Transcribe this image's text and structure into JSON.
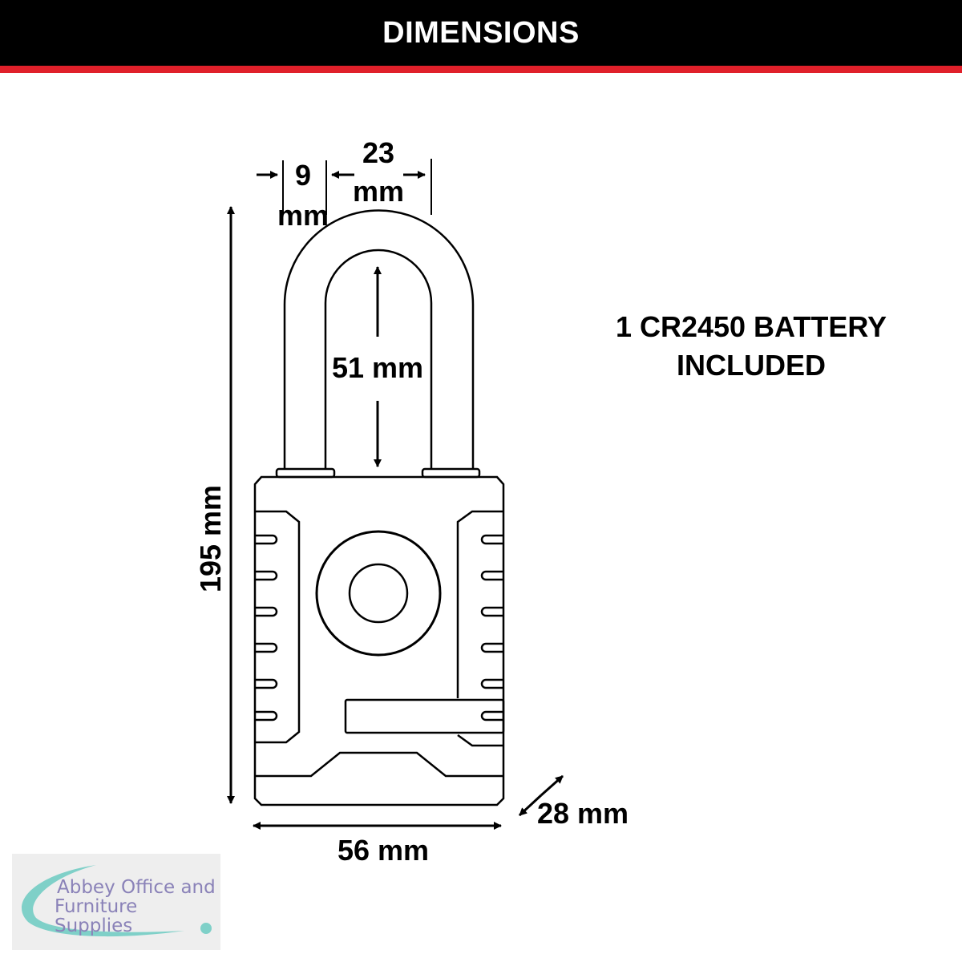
{
  "header": {
    "title": "DIMENSIONS"
  },
  "dimensions": {
    "shackle_thickness_value": "9",
    "shackle_thickness_unit": "mm",
    "shackle_inner_width_value": "23",
    "shackle_inner_width_unit": "mm",
    "shackle_clearance": "51 mm",
    "total_height": "195 mm",
    "body_width": "56 mm",
    "body_depth": "28 mm"
  },
  "note": {
    "line1": "1 CR2450 BATTERY",
    "line2": "INCLUDED"
  },
  "logo": {
    "line1": "Abbey Office and",
    "line2": "Furniture Supplies"
  },
  "colors": {
    "header_bg": "#000000",
    "accent": "#e0202a",
    "logo_text": "#8a82b8",
    "logo_swoosh": "#7fd0c8"
  }
}
